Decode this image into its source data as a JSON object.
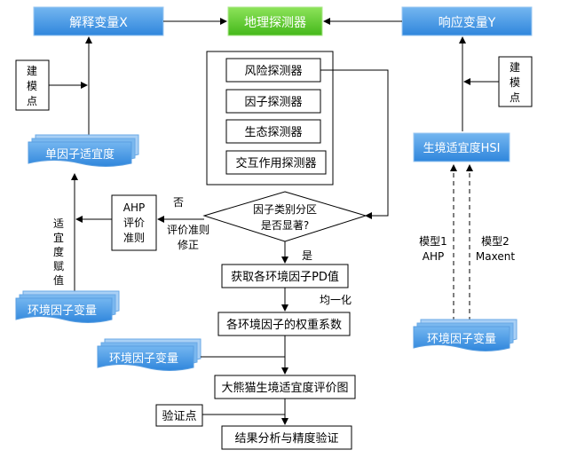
{
  "nodes": {
    "explanatory_var": "解释变量X",
    "geo_detector": "地理探测器",
    "response_var": "响应变量Y",
    "risk_detector": "风险探测器",
    "factor_detector": "因子探测器",
    "ecological_detector": "生态探测器",
    "interaction_detector": "交互作用探测器",
    "build_model_left": [
      "建",
      "模",
      "点"
    ],
    "build_model_right": [
      "建",
      "模",
      "点"
    ],
    "single_factor_suitability": "单因子适宜度",
    "habitat_suitability_hsi": "生境适宜度HSI",
    "ahp_criteria": [
      "AHP",
      "评价",
      "准则"
    ],
    "decision": [
      "因子类别分区",
      "是否显著?"
    ],
    "suitability_assignment": [
      "适",
      "宜",
      "度",
      "赋",
      "值"
    ],
    "env_factor_var_left": "环境因子变量",
    "env_factor_var_mid": "环境因子变量",
    "env_factor_var_right": "环境因子变量",
    "get_pd": "获取各环境因子PD值",
    "weight_coeff": "各环境因子的权重系数",
    "evaluation_map": "大熊猫生境适宜度评价图",
    "validation_points": "验证点",
    "result_analysis": "结果分析与精度验证"
  },
  "labels": {
    "no": "否",
    "yes": "是",
    "revise_criteria": [
      "评价准则",
      "修正"
    ],
    "normalize": "均一化",
    "model1": [
      "模型1",
      "AHP"
    ],
    "model2": [
      "模型2",
      "Maxent"
    ]
  },
  "colors": {
    "blue_fill": "#4a9ee8",
    "blue_light": "#a9d0f5",
    "green_fill": "#5fd12e",
    "line": "#000000",
    "text_white": "#ffffff"
  }
}
